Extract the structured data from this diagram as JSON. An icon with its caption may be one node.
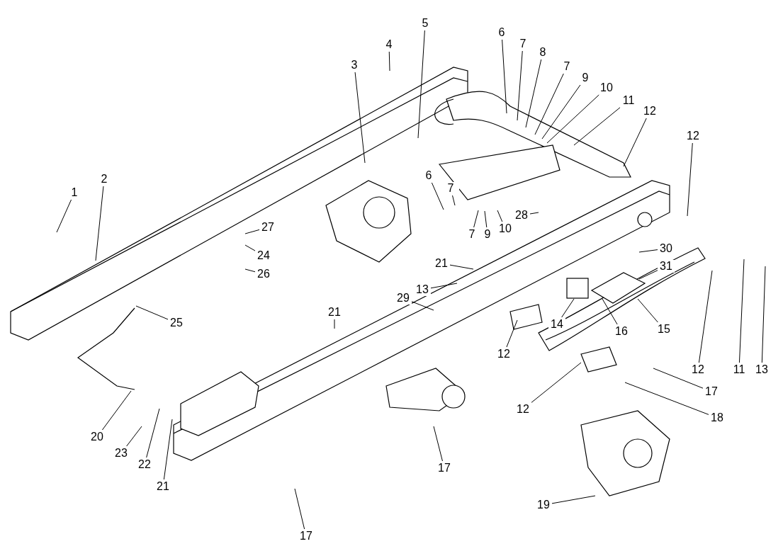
{
  "diagram": {
    "nodes": [
      {
        "text": [
          "5"
        ]
      },
      {
        "text": [
          "6"
        ]
      },
      {
        "text": [
          "4"
        ]
      },
      {
        "text": [
          "7"
        ]
      },
      {
        "text": [
          "8"
        ]
      },
      {
        "text": [
          "3"
        ]
      },
      {
        "text": [
          "7"
        ]
      },
      {
        "text": [
          "9"
        ]
      },
      {
        "text": [
          "10"
        ]
      },
      {
        "text": [
          "11"
        ]
      },
      {
        "text": [
          "12"
        ]
      },
      {
        "text": [
          "12"
        ]
      },
      {
        "text": [
          "6"
        ]
      },
      {
        "text": [
          "2"
        ]
      },
      {
        "text": [
          "7"
        ]
      },
      {
        "text": [
          "1"
        ]
      },
      {
        "text": [
          "28"
        ]
      },
      {
        "text": [
          "27"
        ]
      },
      {
        "text": [
          "10"
        ]
      },
      {
        "text": [
          "7"
        ]
      },
      {
        "text": [
          "9"
        ]
      },
      {
        "text": [
          "30"
        ]
      },
      {
        "text": [
          "24"
        ]
      },
      {
        "text": [
          "21"
        ]
      },
      {
        "text": [
          "31"
        ]
      },
      {
        "text": [
          "26"
        ]
      },
      {
        "text": [
          "13"
        ]
      },
      {
        "text": [
          "29"
        ]
      },
      {
        "text": [
          "21"
        ]
      },
      {
        "text": [
          "14"
        ]
      },
      {
        "text": [
          "25"
        ]
      },
      {
        "text": [
          "15"
        ]
      },
      {
        "text": [
          "16"
        ]
      },
      {
        "text": [
          "12"
        ]
      },
      {
        "text": [
          "12"
        ]
      },
      {
        "text": [
          "11"
        ]
      },
      {
        "text": [
          "13"
        ]
      },
      {
        "text": [
          "17"
        ]
      },
      {
        "text": [
          "12"
        ]
      },
      {
        "text": [
          "18"
        ]
      },
      {
        "text": [
          "20"
        ]
      },
      {
        "text": [
          "23"
        ]
      },
      {
        "text": [
          "22"
        ]
      },
      {
        "text": [
          "17"
        ]
      },
      {
        "text": [
          "21"
        ]
      },
      {
        "text": [
          "19"
        ]
      },
      {
        "text": [
          "17"
        ]
      }
    ],
    "edges": [
      {
        "from": 0,
        "to": null,
        "arrow": "none"
      },
      {
        "from": 1,
        "to": null,
        "arrow": "none"
      },
      {
        "from": 2,
        "to": null,
        "arrow": "none"
      },
      {
        "from": 3,
        "to": null,
        "arrow": "none"
      },
      {
        "from": 4,
        "to": null,
        "arrow": "none"
      },
      {
        "from": 5,
        "to": null,
        "arrow": "none"
      },
      {
        "from": 6,
        "to": null,
        "arrow": "none"
      },
      {
        "from": 7,
        "to": null,
        "arrow": "none"
      },
      {
        "from": 8,
        "to": null,
        "arrow": "none"
      },
      {
        "from": 9,
        "to": null,
        "arrow": "none"
      },
      {
        "from": 10,
        "to": null,
        "arrow": "none"
      },
      {
        "from": 11,
        "to": null,
        "arrow": "none"
      },
      {
        "from": 12,
        "to": null,
        "arrow": "none"
      },
      {
        "from": 13,
        "to": null,
        "arrow": "none"
      },
      {
        "from": 14,
        "to": null,
        "arrow": "none"
      },
      {
        "from": 15,
        "to": null,
        "arrow": "none"
      },
      {
        "from": 16,
        "to": null,
        "arrow": "none"
      },
      {
        "from": 17,
        "to": null,
        "arrow": "none"
      },
      {
        "from": 18,
        "to": null,
        "arrow": "none"
      },
      {
        "from": 19,
        "to": null,
        "arrow": "none"
      },
      {
        "from": 20,
        "to": null,
        "arrow": "none"
      },
      {
        "from": 21,
        "to": null,
        "arrow": "none"
      },
      {
        "from": 22,
        "to": null,
        "arrow": "none"
      },
      {
        "from": 23,
        "to": null,
        "arrow": "none"
      },
      {
        "from": 24,
        "to": null,
        "arrow": "none"
      },
      {
        "from": 25,
        "to": null,
        "arrow": "none"
      },
      {
        "from": 26,
        "to": null,
        "arrow": "none"
      },
      {
        "from": 27,
        "to": null,
        "arrow": "none"
      },
      {
        "from": 28,
        "to": null,
        "arrow": "none"
      },
      {
        "from": 29,
        "to": null,
        "arrow": "none"
      },
      {
        "from": 30,
        "to": null,
        "arrow": "none"
      },
      {
        "from": 31,
        "to": null,
        "arrow": "none"
      },
      {
        "from": 32,
        "to": null,
        "arrow": "none"
      },
      {
        "from": 33,
        "to": null,
        "arrow": "none"
      },
      {
        "from": 34,
        "to": null,
        "arrow": "none"
      },
      {
        "from": 35,
        "to": null,
        "arrow": "none"
      },
      {
        "from": 36,
        "to": null,
        "arrow": "none"
      },
      {
        "from": 37,
        "to": null,
        "arrow": "none"
      },
      {
        "from": 38,
        "to": null,
        "arrow": "none"
      },
      {
        "from": 39,
        "to": null,
        "arrow": "none"
      },
      {
        "from": 40,
        "to": null,
        "arrow": "none"
      },
      {
        "from": 41,
        "to": null,
        "arrow": "none"
      },
      {
        "from": 42,
        "to": null,
        "arrow": "none"
      },
      {
        "from": 43,
        "to": null,
        "arrow": "none"
      },
      {
        "from": 44,
        "to": null,
        "arrow": "none"
      },
      {
        "from": 45,
        "to": null,
        "arrow": "none"
      },
      {
        "from": 46,
        "to": null,
        "arrow": "none"
      }
    ]
  }
}
